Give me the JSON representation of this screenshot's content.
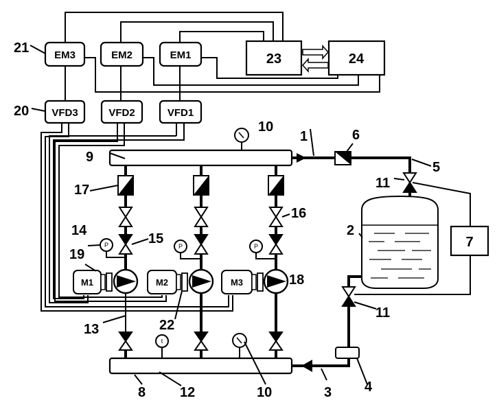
{
  "boxes": {
    "em3": "EM3",
    "em2": "EM2",
    "em1": "EM1",
    "vfd3": "VFD3",
    "vfd2": "VFD2",
    "vfd1": "VFD1",
    "b23": "23",
    "b24": "24",
    "b7": "7"
  },
  "motors": {
    "m1": "M1",
    "m2": "M2",
    "m3": "M3"
  },
  "gauge_letters": {
    "pressure": "P",
    "temperature": "t"
  },
  "callouts": {
    "n1": "1",
    "n2": "2",
    "n3": "3",
    "n4": "4",
    "n5": "5",
    "n6": "6",
    "n7": "7",
    "n8": "8",
    "n9": "9",
    "n10_top": "10",
    "n10_bottom": "10",
    "n11_top": "11",
    "n11_bottom": "11",
    "n12": "12",
    "n13": "13",
    "n14": "14",
    "n15": "15",
    "n16": "16",
    "n17": "17",
    "n18": "18",
    "n19": "19",
    "n20": "20",
    "n21": "21",
    "n22": "22"
  }
}
